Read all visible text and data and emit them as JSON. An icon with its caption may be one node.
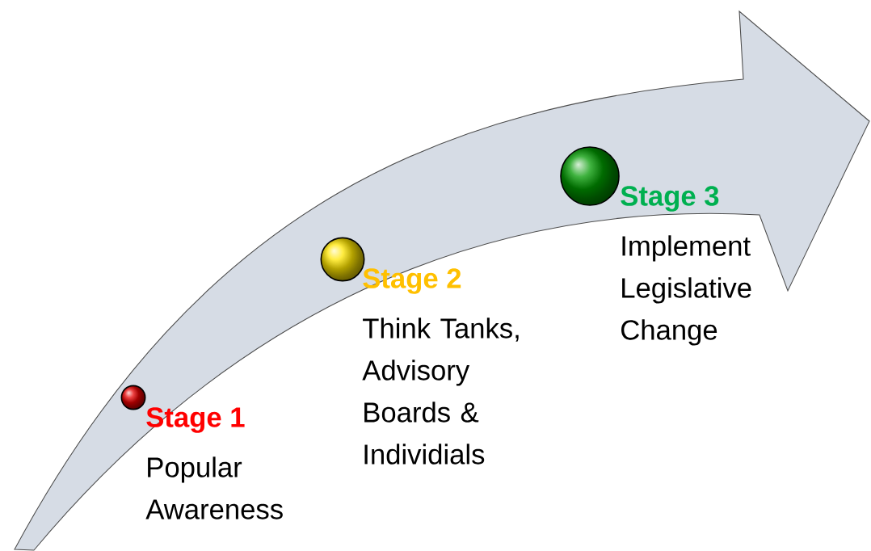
{
  "diagram": {
    "nodes": [
      {
        "text": [],
        "shape": "circle",
        "beside": [
          "Stage 1",
          "Popular Awareness"
        ]
      },
      {
        "text": [],
        "shape": "circle",
        "beside": [
          "Stage 2",
          "Think Tanks, Advisory Boards & Individials"
        ]
      },
      {
        "text": [],
        "shape": "circle",
        "beside": [
          "Stage 3",
          "Implement Legislative Change"
        ]
      }
    ]
  }
}
